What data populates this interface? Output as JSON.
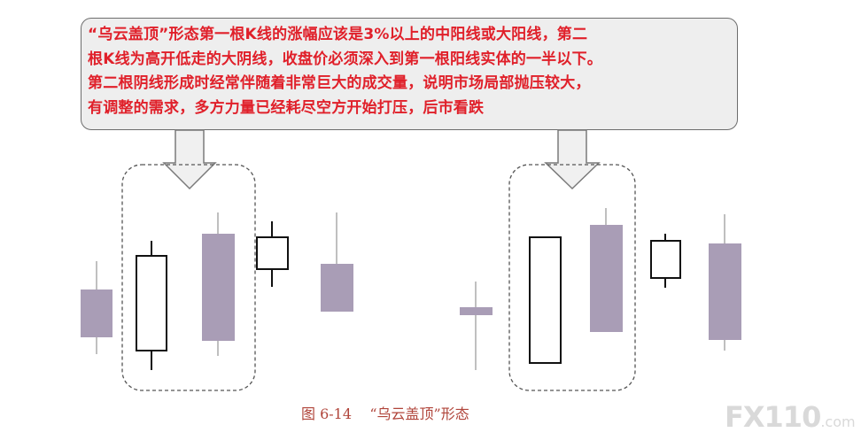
{
  "callout": {
    "lines": [
      "“乌云盖顶”形态第一根K线的涨幅应该是3%以上的中阳线或大阳线，第二",
      "根K线为高开低走的大阴线，收盘价必须深入到第一根阳线实体的一半以下。",
      "第二根阴线形成时经常伴随着非常巨大的成交量，说明市场局部抛压较大，",
      "有调整的需求，多方力量已经耗尽空方开始打压，后市看跌"
    ]
  },
  "caption": "图 6-14    “乌云盖顶”形态",
  "watermark": {
    "main": "FX110",
    "suffix": ".com"
  },
  "colors": {
    "callout_text": "#e0202a",
    "callout_bg": "#eeeeee",
    "bearish_fill": "#a99db6",
    "bullish_fill": "#ffffff",
    "caption": "#b0443a"
  }
}
